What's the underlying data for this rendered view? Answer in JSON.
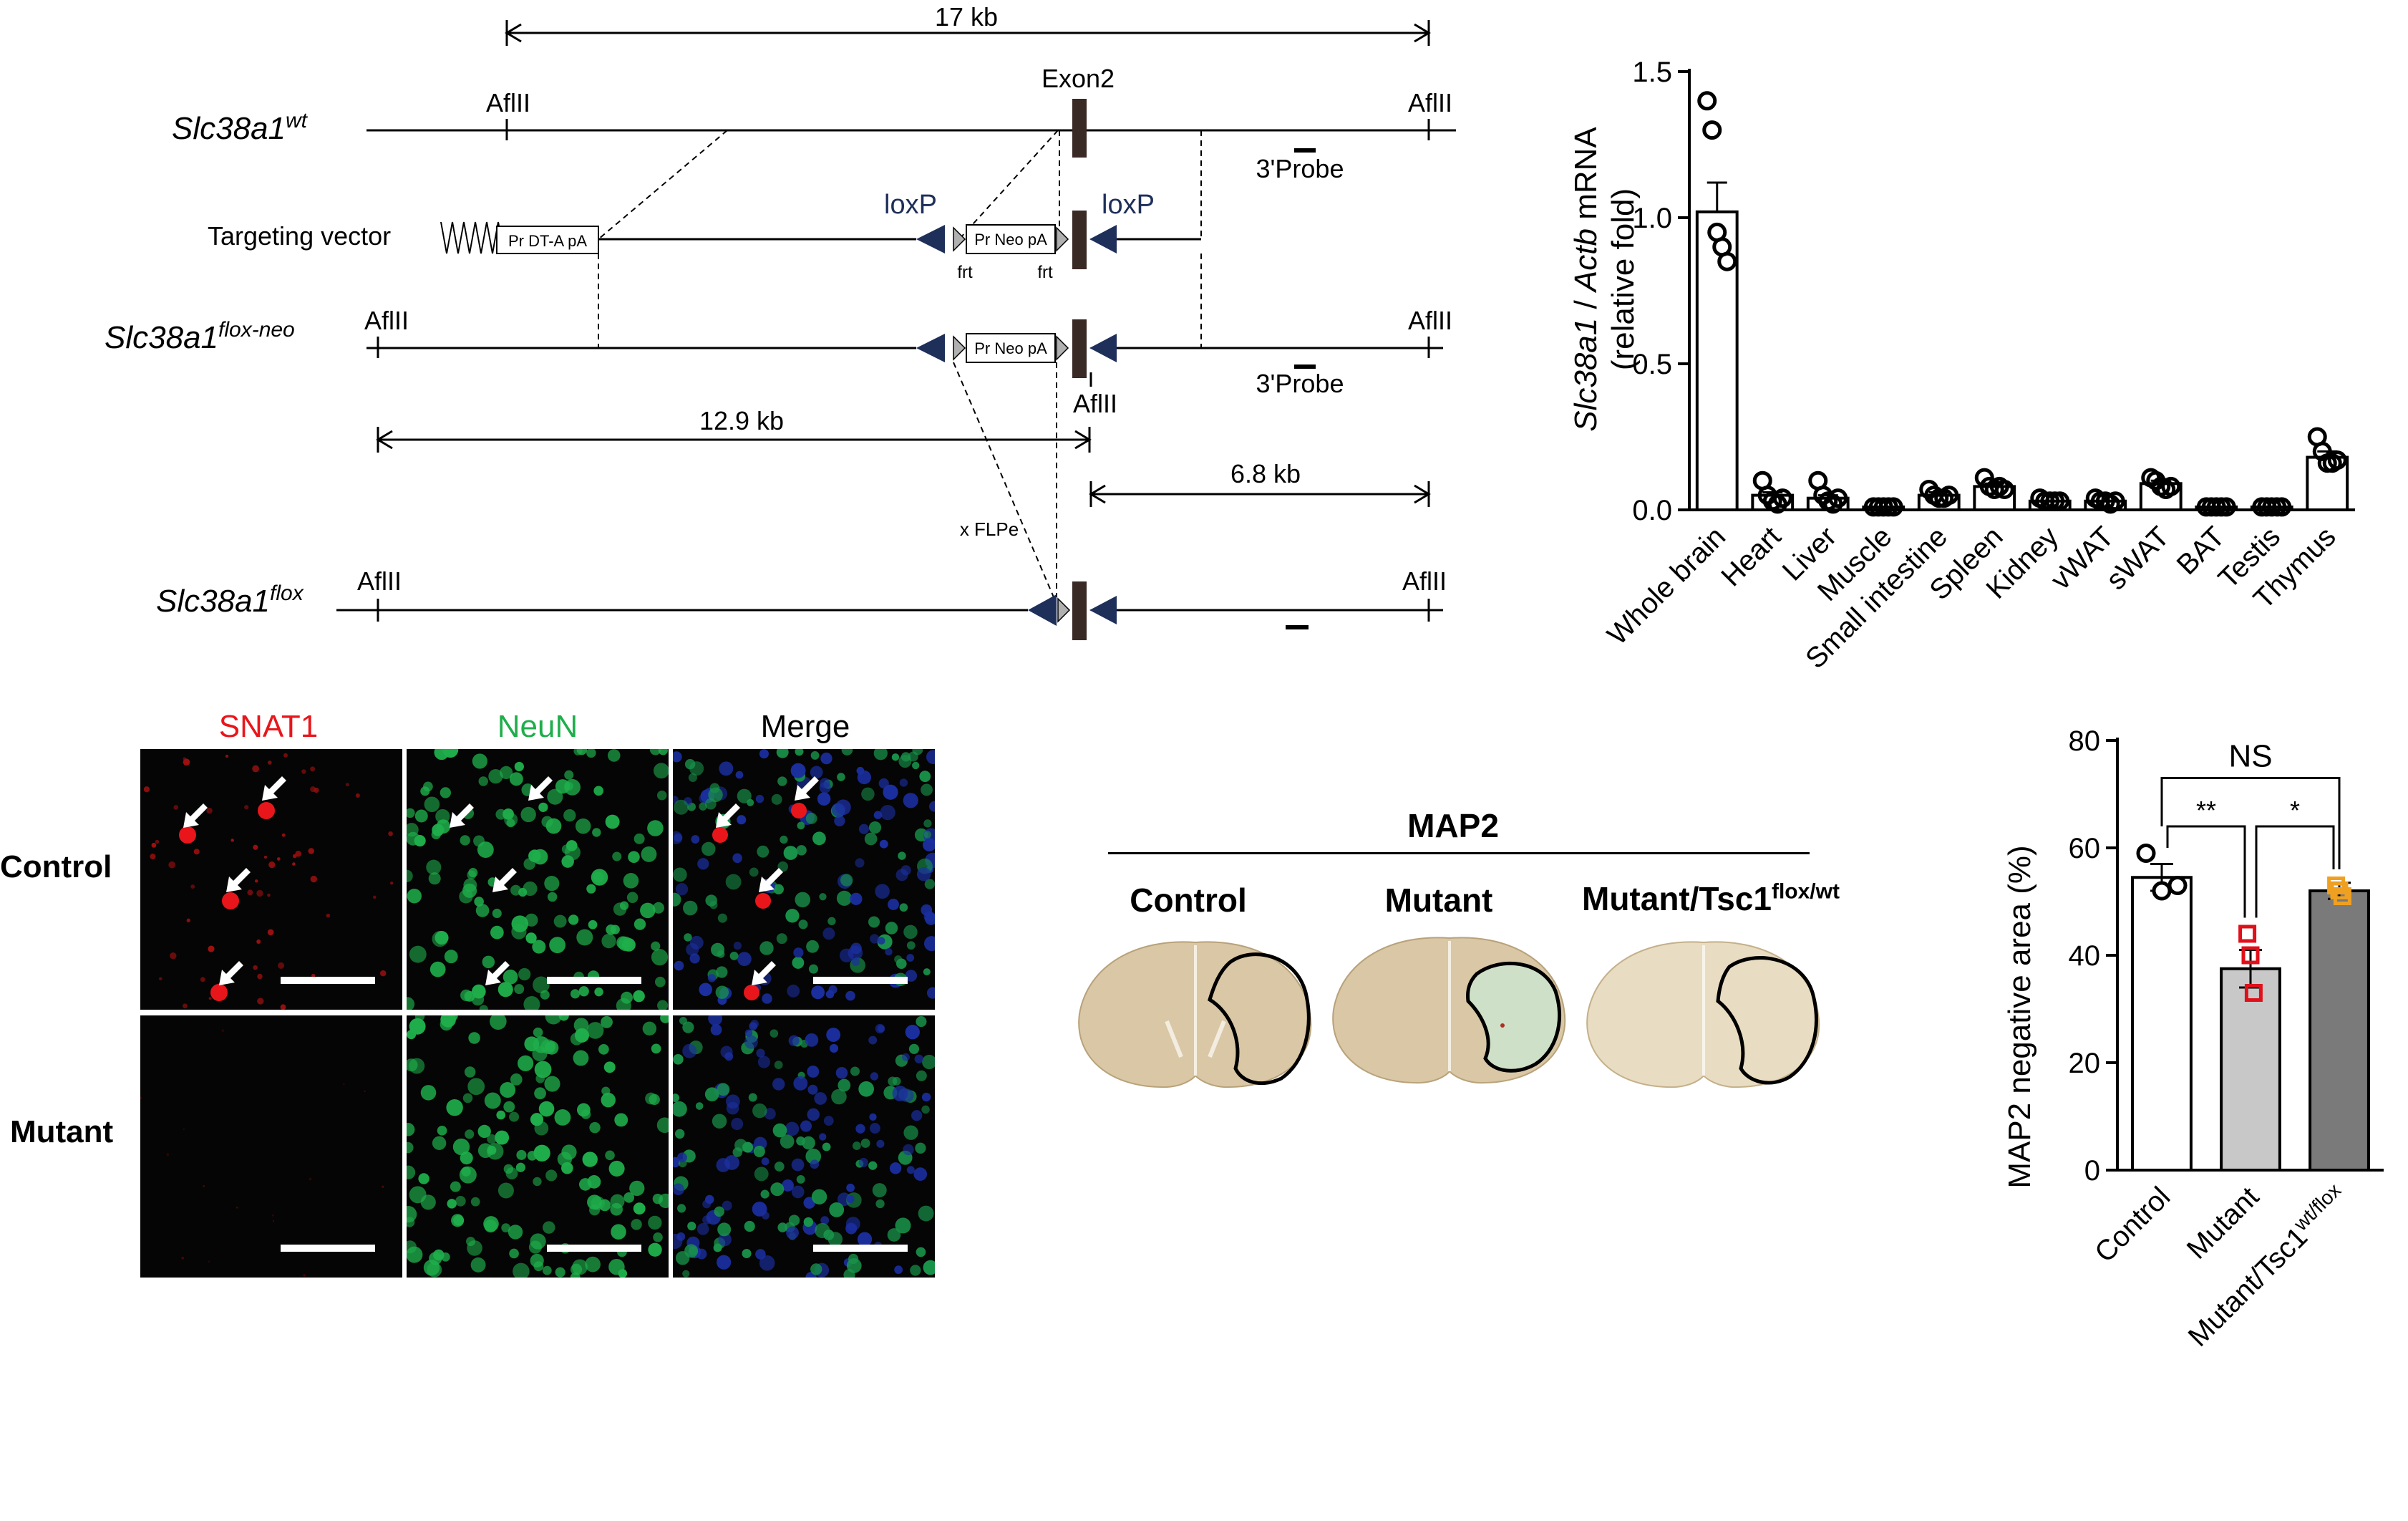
{
  "construct": {
    "distance_top": "17 kb",
    "distance_left": "12.9 kb",
    "distance_right": "6.8 kb",
    "exon_label": "Exon2",
    "site": "AflII",
    "probe": "3'Probe",
    "targeting_vector": "Targeting vector",
    "dta_cassette": "Pr DT-A pA",
    "neo_cassette": "Pr Neo pA",
    "loxp": "loxP",
    "frt": "frt",
    "flpe": "x FLPe",
    "allele_wt_base": "Slc38a1",
    "allele_wt_sup": "wt",
    "allele_floxneo_base": "Slc38a1",
    "allele_floxneo_sup": "flox-neo",
    "allele_flox_base": "Slc38a1",
    "allele_flox_sup": "flox"
  },
  "micrographs": {
    "columns": [
      "SNAT1",
      "NeuN",
      "Merge"
    ],
    "rows": [
      "Control",
      "Mutant"
    ],
    "colors": {
      "snat1": "#e8161b",
      "neun": "#1fae4b",
      "merge": "#000000"
    }
  },
  "map2_sections": {
    "title": "MAP2",
    "labels": [
      "Control",
      "Mutant",
      "Mutant/Tsc1"
    ],
    "label3_sup": "flox/wt"
  },
  "chart_data": [
    {
      "type": "bar",
      "ylabel_parts": [
        "Slc38a1",
        " / ",
        "Actb",
        " mRNA"
      ],
      "ylabel2": "(relative fold)",
      "ylim": [
        0,
        1.5
      ],
      "yticks": [
        "0.0",
        "0.5",
        "1.0",
        "1.5"
      ],
      "categories": [
        "Whole brain",
        "Heart",
        "Liver",
        "Muscle",
        "Small intestine",
        "Spleen",
        "Kidney",
        "vWAT",
        "sWAT",
        "BAT",
        "Testis",
        "Thymus"
      ],
      "values": [
        1.02,
        0.05,
        0.04,
        0.01,
        0.05,
        0.08,
        0.03,
        0.03,
        0.09,
        0.01,
        0.01,
        0.18
      ],
      "errors": [
        0.1,
        0.01,
        0.01,
        0.0,
        0.01,
        0.01,
        0.0,
        0.0,
        0.01,
        0.0,
        0.0,
        0.02
      ],
      "points": [
        [
          1.4,
          1.3,
          0.95,
          0.9,
          0.85
        ],
        [
          0.1,
          0.05,
          0.03,
          0.02,
          0.04
        ],
        [
          0.1,
          0.05,
          0.03,
          0.02,
          0.04
        ],
        [
          0.01,
          0.01,
          0.01,
          0.01,
          0.01
        ],
        [
          0.07,
          0.05,
          0.04,
          0.04,
          0.05
        ],
        [
          0.11,
          0.08,
          0.07,
          0.08,
          0.07
        ],
        [
          0.04,
          0.03,
          0.03,
          0.03,
          0.03
        ],
        [
          0.04,
          0.03,
          0.03,
          0.02,
          0.03
        ],
        [
          0.11,
          0.1,
          0.08,
          0.07,
          0.08
        ],
        [
          0.01,
          0.01,
          0.01,
          0.01,
          0.01
        ],
        [
          0.01,
          0.01,
          0.01,
          0.01,
          0.01
        ],
        [
          0.25,
          0.2,
          0.16,
          0.16,
          0.17
        ]
      ]
    },
    {
      "type": "bar",
      "ylabel": "MAP2 negative area (%)",
      "ylim": [
        0,
        80
      ],
      "yticks": [
        "0",
        "20",
        "40",
        "60",
        "80"
      ],
      "categories": [
        "Control",
        "Mutant",
        "Mutant/Tsc1"
      ],
      "category3_sup": "wt/flox",
      "values": [
        54.5,
        37.5,
        52
      ],
      "errors": [
        2.5,
        3.5,
        1.5
      ],
      "points": [
        [
          59,
          52,
          53
        ],
        [
          44,
          40,
          33
        ],
        [
          53,
          52,
          51
        ]
      ],
      "colors": [
        "#ffffff",
        "#c8c8c8",
        "#7a7a7a"
      ],
      "marker_colors": [
        "#000000",
        "#e0101a",
        "#f0a020"
      ],
      "sig_overall": "NS",
      "sig_left": "**",
      "sig_right": "*"
    }
  ]
}
